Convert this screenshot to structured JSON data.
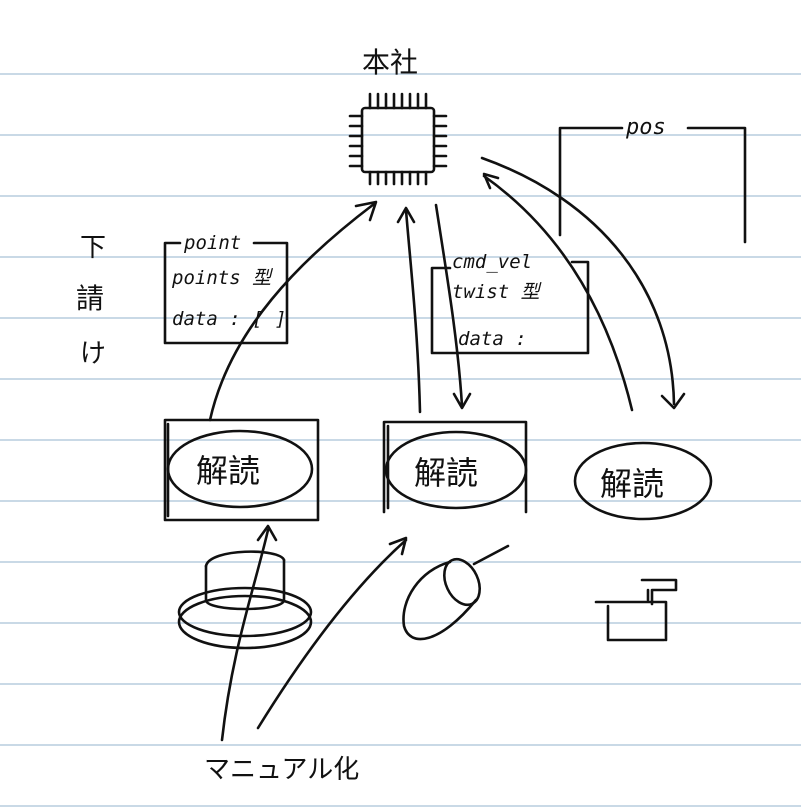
{
  "headquarters": {
    "label": "本社"
  },
  "subcontract": {
    "label": "下請け",
    "chars": [
      "下",
      "請",
      "け"
    ]
  },
  "manualization": {
    "label": "マニュアル化"
  },
  "decoders": [
    {
      "label": "解読"
    },
    {
      "label": "解読"
    },
    {
      "label": "解読"
    }
  ],
  "messages": {
    "point": {
      "topic": "point",
      "type": "points 型",
      "field": "data : [ ]"
    },
    "cmd_vel": {
      "topic": "cmd_vel",
      "type": "twist 型",
      "field": "data :"
    },
    "pos": {
      "topic": "pos"
    }
  },
  "colors": {
    "ink": "#111111",
    "rule_line": "#c9d9e6",
    "paper": "#ffffff"
  },
  "icons": [
    "chip-icon",
    "lidar-sensor-icon",
    "motor-icon",
    "encoder-icon"
  ]
}
